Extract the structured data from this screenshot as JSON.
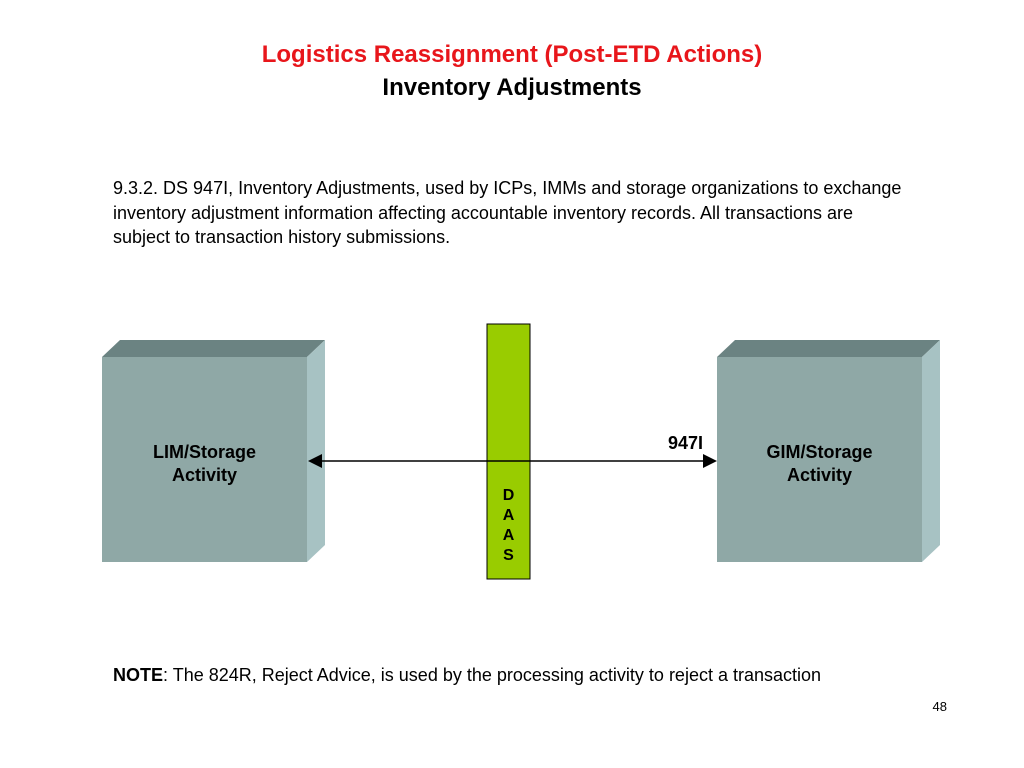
{
  "header": {
    "title": "Logistics Reassignment (Post-ETD Actions)",
    "subtitle": "Inventory Adjustments"
  },
  "body_text": "9.3.2. DS 947I, Inventory Adjustments, used by ICPs, IMMs and storage organizations to exchange inventory adjustment information affecting accountable inventory records. All transactions are subject to transaction history submissions.",
  "diagram": {
    "left_box": {
      "label_line1": "LIM/Storage",
      "label_line2": "Activity"
    },
    "right_box": {
      "label_line1": "GIM/Storage",
      "label_line2": "Activity"
    },
    "hub": {
      "letters": [
        "D",
        "A",
        "A",
        "S"
      ]
    },
    "edge_label": "947I",
    "colors": {
      "box_front": "#8fa8a6",
      "box_top": "#6b8382",
      "box_side": "#a7c2c3",
      "hub_fill": "#99cc00",
      "arrow": "#000000"
    }
  },
  "note": {
    "label": "NOTE",
    "text": ": The 824R, Reject Advice, is used by the processing activity to reject a transaction"
  },
  "page_number": "48"
}
